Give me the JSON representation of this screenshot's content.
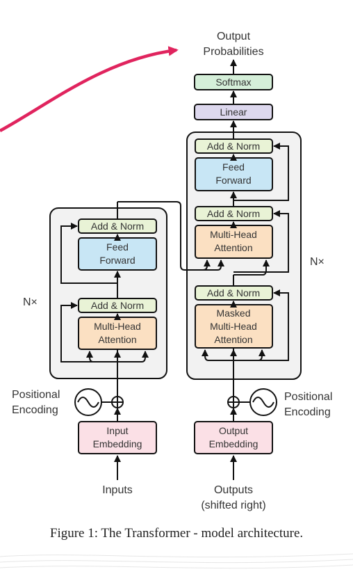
{
  "labels": {
    "output_line1": "Output",
    "output_line2": "Probabilities",
    "softmax": "Softmax",
    "linear": "Linear",
    "nx_encoder": "N×",
    "nx_decoder": "N×",
    "positional_left_1": "Positional",
    "positional_left_2": "Encoding",
    "positional_right_1": "Positional",
    "positional_right_2": "Encoding",
    "inputs": "Inputs",
    "outputs_1": "Outputs",
    "outputs_2": "(shifted right)"
  },
  "encoder": {
    "add_norm_top": "Add & Norm",
    "feed_forward_1": "Feed",
    "feed_forward_2": "Forward",
    "add_norm_bottom": "Add & Norm",
    "mha_1": "Multi-Head",
    "mha_2": "Attention",
    "embedding_1": "Input",
    "embedding_2": "Embedding"
  },
  "decoder": {
    "add_norm_top": "Add & Norm",
    "feed_forward_1": "Feed",
    "feed_forward_2": "Forward",
    "add_norm_mid": "Add & Norm",
    "mha_1": "Multi-Head",
    "mha_2": "Attention",
    "add_norm_bottom": "Add & Norm",
    "masked_1": "Masked",
    "masked_2": "Multi-Head",
    "masked_3": "Attention",
    "embedding_1": "Output",
    "embedding_2": "Embedding"
  },
  "caption": "Figure 1: The Transformer - model architecture.",
  "colors": {
    "add_norm": "#e9f3d6",
    "feed_forward": "#c8e6f5",
    "attention": "#fbe0c2",
    "embedding": "#fbe0e6",
    "softmax": "#d5efd9",
    "linear": "#ddd8ee",
    "stack_bg": "#f2f2f2",
    "accent_arrow": "#e0245e"
  }
}
